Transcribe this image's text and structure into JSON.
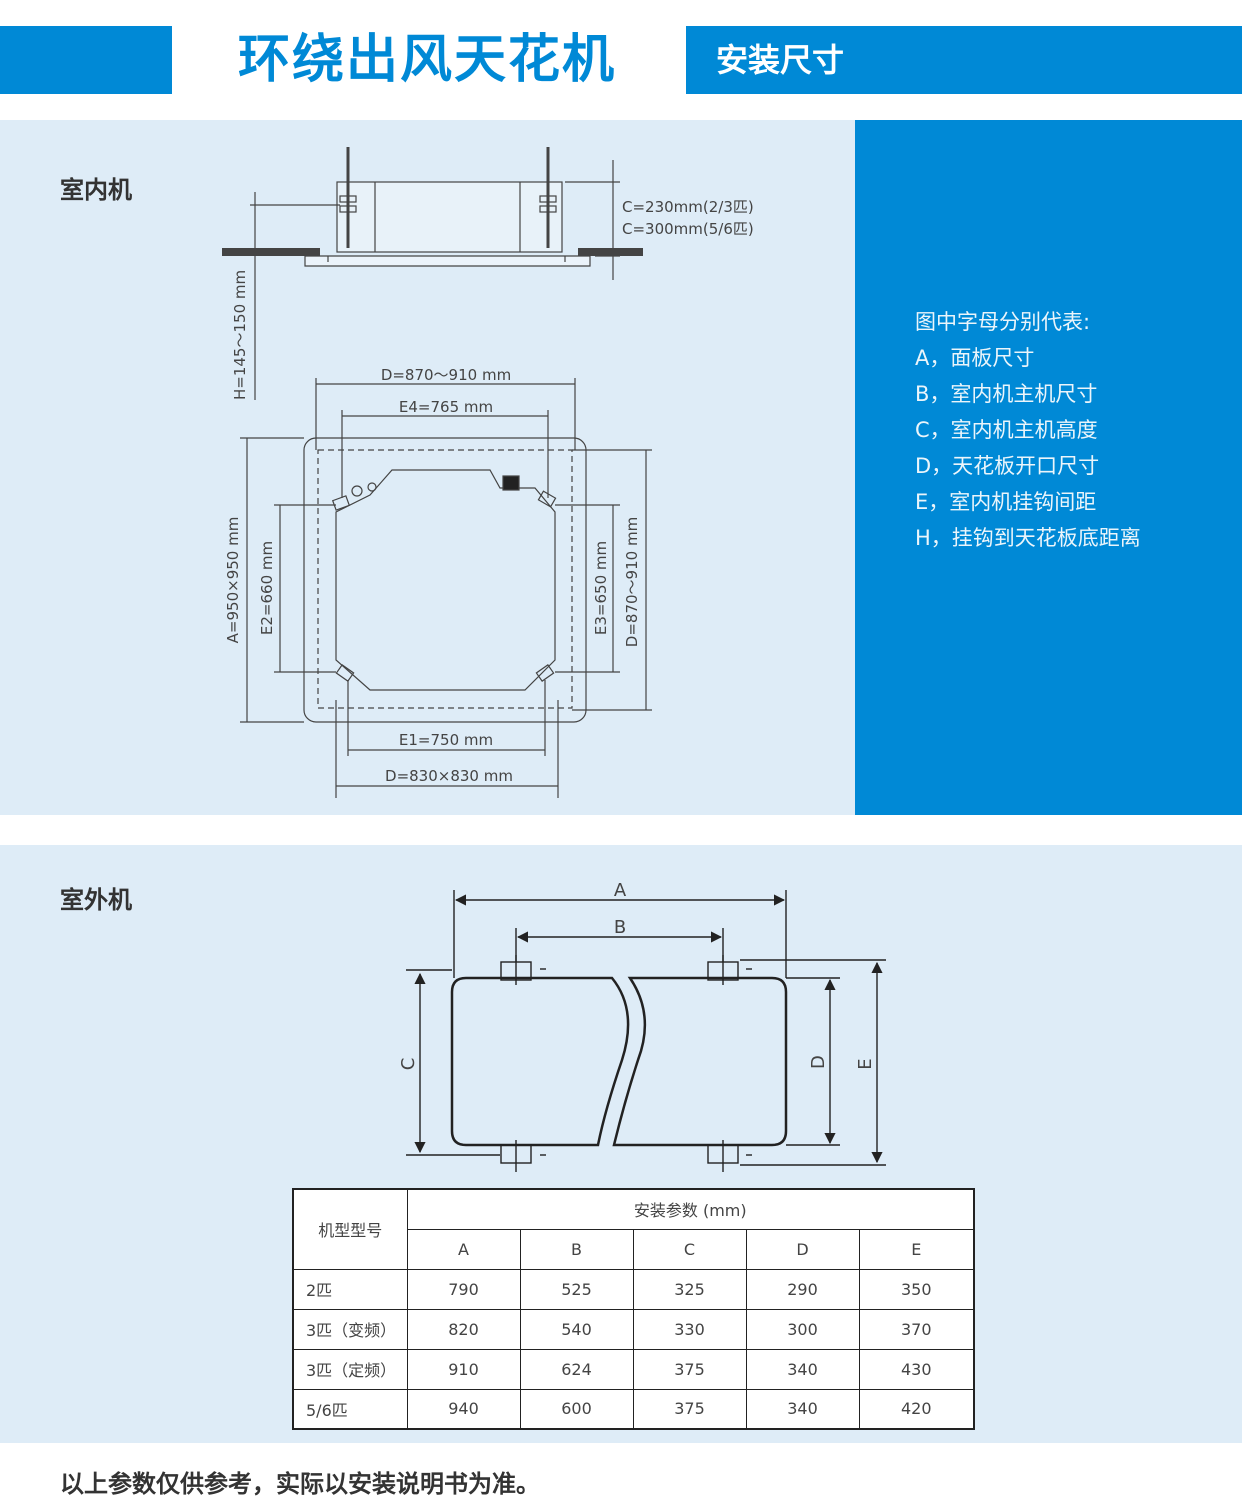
{
  "header": {
    "title": "环绕出风天花机",
    "subtitle": "安装尺寸"
  },
  "indoor": {
    "label": "室内机",
    "dims": {
      "c_line1": "C=230mm(2/3匹)",
      "c_line2": "C=300mm(5/6匹)",
      "h": "H=145～150 mm",
      "d_outer": "D=870～910 mm",
      "e4": "E4=765 mm",
      "a": "A=950×950 mm",
      "e2": "E2=660 mm",
      "e3": "E3=650 mm",
      "d_right": "D=870～910 mm",
      "e1": "E1=750 mm",
      "d_bottom": "D=830×830 mm"
    }
  },
  "legend": {
    "title": "图中字母分别代表:",
    "items": [
      "A，面板尺寸",
      "B，室内机主机尺寸",
      "C，室内机主机高度",
      "D，天花板开口尺寸",
      "E，室内机挂钩间距",
      "H，挂钩到天花板底距离"
    ]
  },
  "outdoor": {
    "label": "室外机",
    "dims": {
      "a": "A",
      "b": "B",
      "c": "C",
      "d": "D",
      "e": "E"
    }
  },
  "table": {
    "model_header": "机型型号",
    "param_header": "安装参数 (mm)",
    "columns": [
      "A",
      "B",
      "C",
      "D",
      "E"
    ],
    "rows": [
      {
        "model": "2匹",
        "values": [
          "790",
          "525",
          "325",
          "290",
          "350"
        ]
      },
      {
        "model": "3匹（变频）",
        "values": [
          "820",
          "540",
          "330",
          "300",
          "370"
        ]
      },
      {
        "model": "3匹（定频）",
        "values": [
          "910",
          "624",
          "375",
          "340",
          "430"
        ]
      },
      {
        "model": "5/6匹",
        "values": [
          "940",
          "600",
          "375",
          "340",
          "420"
        ]
      }
    ]
  },
  "footer": {
    "note": "以上参数仅供参考，实际以安装说明书为准。"
  }
}
